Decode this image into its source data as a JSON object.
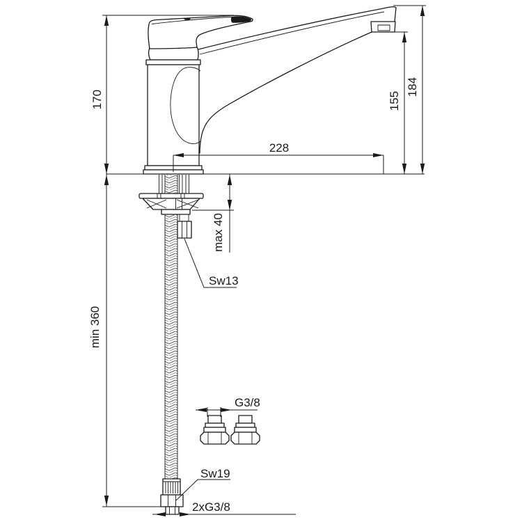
{
  "drawing": {
    "background": "#ffffff",
    "line_color": "#1a1a1a",
    "description": "Technical installation drawing of a single-lever kitchen sink mixer tap with swivel spout, mounting hardware, flexible supply hose and G3/8 compression fittings",
    "dimension_labels": {
      "total_height": "170",
      "spout_top_height": "184",
      "outlet_height": "155",
      "spout_reach": "228",
      "max_deck_thickness": "max 40",
      "min_hose_length": "min 360",
      "hose_hex_small": "Sw13",
      "hose_hex_large": "Sw19",
      "fitting_thread": "G3/8",
      "hose_end_thread": "2xG3/8"
    }
  }
}
